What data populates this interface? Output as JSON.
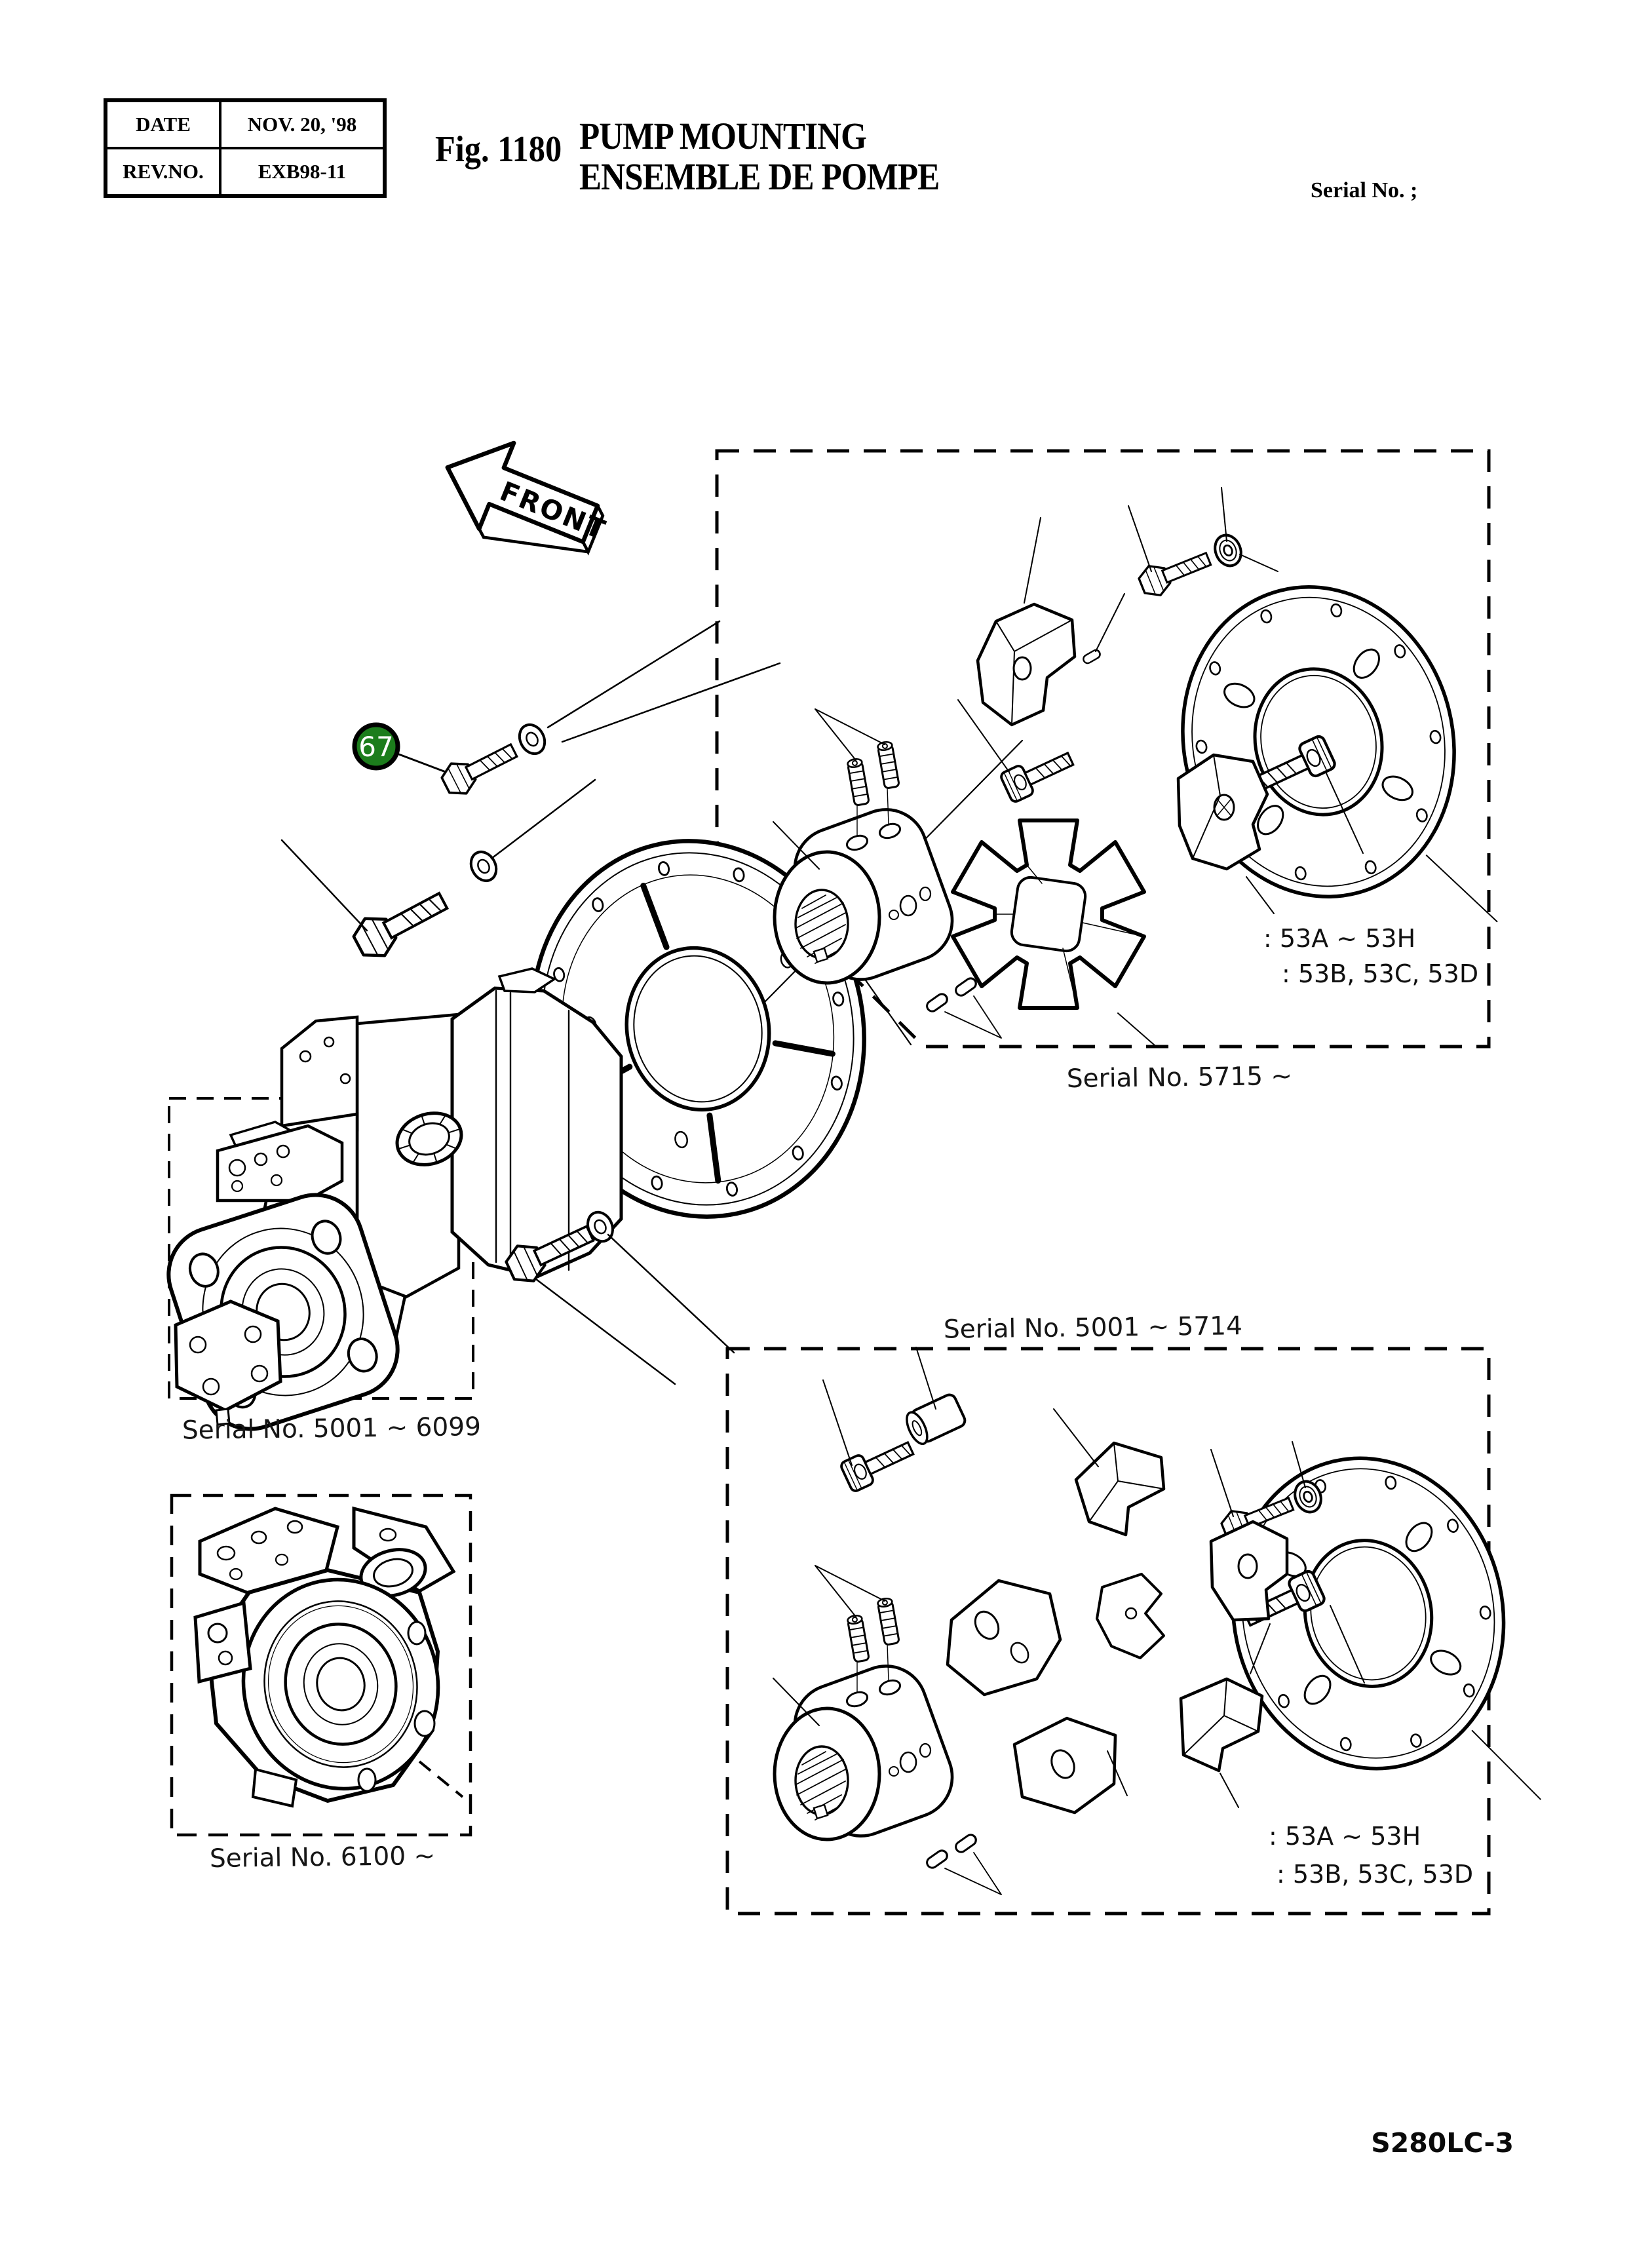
{
  "page": {
    "background": "#ffffff",
    "ink": "#000000"
  },
  "header": {
    "table": {
      "rows": [
        {
          "label": "DATE",
          "value": "NOV. 20, '98"
        },
        {
          "label": "REV.NO.",
          "value": "EXB98-11"
        }
      ]
    },
    "fig_label": "Fig. 1180",
    "title_line1": "PUMP MOUNTING",
    "title_line2": "ENSEMBLE DE POMPE",
    "serial_note": "Serial No. ;"
  },
  "diagram": {
    "front_arrow_label": "FRONT",
    "part_badge": {
      "number": "67",
      "fill": "#1c7d1c"
    },
    "upper_box": {
      "caption": "Serial No. 5715 ~",
      "labels": [
        ": 53A ~ 53H",
        ": 53B, 53C, 53D"
      ]
    },
    "lower_box": {
      "caption": "Serial No. 5001 ~ 5714",
      "labels": [
        ": 53A ~ 53H",
        ": 53B, 53C, 53D"
      ]
    },
    "pump_box": {
      "caption": "Serial No. 5001 ~ 6099"
    },
    "closeup_box": {
      "caption": "Serial No. 6100 ~"
    }
  },
  "footer": {
    "code": "S280LC-3"
  }
}
